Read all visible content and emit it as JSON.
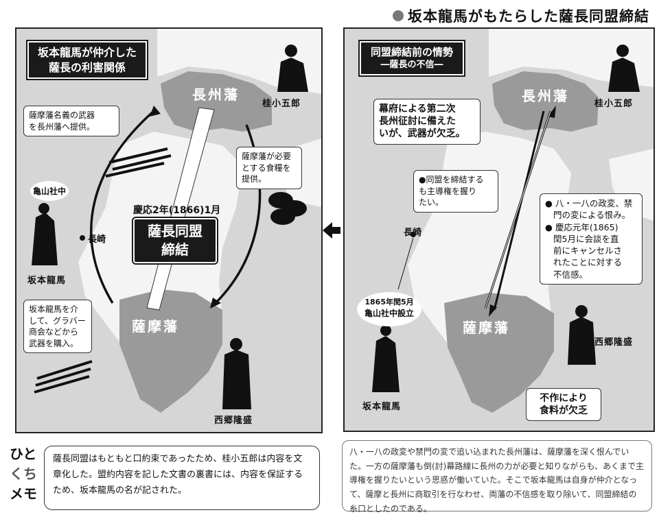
{
  "title": "坂本龍馬がもたらした薩長同盟締結",
  "left": {
    "heading": [
      "坂本龍馬が仲介した",
      "薩長の利害関係"
    ],
    "bubble_top": [
      "薩摩藩名義の武器",
      "を長州藩へ提供。"
    ],
    "bubble_food": [
      "薩摩藩が必要",
      "とする食糧を",
      "提供。"
    ],
    "bubble_buy": [
      "坂本龍馬を介",
      "して、グラバー",
      "商会などから",
      "武器を購入。"
    ],
    "alliance_date": "慶応2年(1866)1月",
    "alliance_label": [
      "薩長同盟",
      "締結"
    ],
    "choshu": "長州藩",
    "satsuma": "薩摩藩",
    "nagasaki": "長崎",
    "kameyama": "亀山社中",
    "katsura": "桂小五郎",
    "sakamoto": "坂本龍馬",
    "saigo": "西郷隆盛"
  },
  "right": {
    "heading": [
      "同盟締結前の情勢",
      "―薩長の不信―"
    ],
    "bubble_bakufu": [
      "幕府による第二次",
      "長州征討に備えた",
      "いが、武器が欠乏。"
    ],
    "bubble_choshu": [
      "●同盟を締結する",
      "も主導権を握り",
      "たい。"
    ],
    "bubble_satsuma": [
      "● 八・一八の政変、禁",
      "門の変による恨み。",
      "● 慶応元年(1865)",
      "閏5月に会談を直",
      "前にキャンセルさ",
      "れたことに対する",
      "不信感。"
    ],
    "bubble_food": [
      "不作により",
      "食料が欠乏"
    ],
    "choshu": "長州藩",
    "satsuma": "薩摩藩",
    "nagasaki": "長崎",
    "kameyama_date": "1865年閏5月",
    "kameyama": "亀山社中設立",
    "katsura": "桂小五郎",
    "sakamoto": "坂本龍馬",
    "saigo": "西郷隆盛"
  },
  "memo": {
    "tag": [
      "ひと",
      "くち",
      "メモ"
    ],
    "text": "薩長同盟はもともと口約束であったため、桂小五郎は内容を文章化した。盟約内容を記した文書の裏書には、内容を保証するため、坂本龍馬の名が記された。"
  },
  "explain": {
    "text": "八・一八の政変や禁門の変で追い込まれた長州藩は、薩摩藩を深く恨んでいた。一方の薩摩藩も倒(討)幕路線に長州の力が必要と知りながらも、あくまで主導権を握りたいという思惑が働いていた。そこで坂本龍馬は自身が仲介となって、薩摩と長州に商取引を行なわせ、両藩の不信感を取り除いて、同盟締結の糸口としたのである。"
  },
  "icons": [
    "arrow-left-icon",
    "rifle-icon",
    "rice-bale-icon",
    "samurai-silhouette-icon"
  ]
}
